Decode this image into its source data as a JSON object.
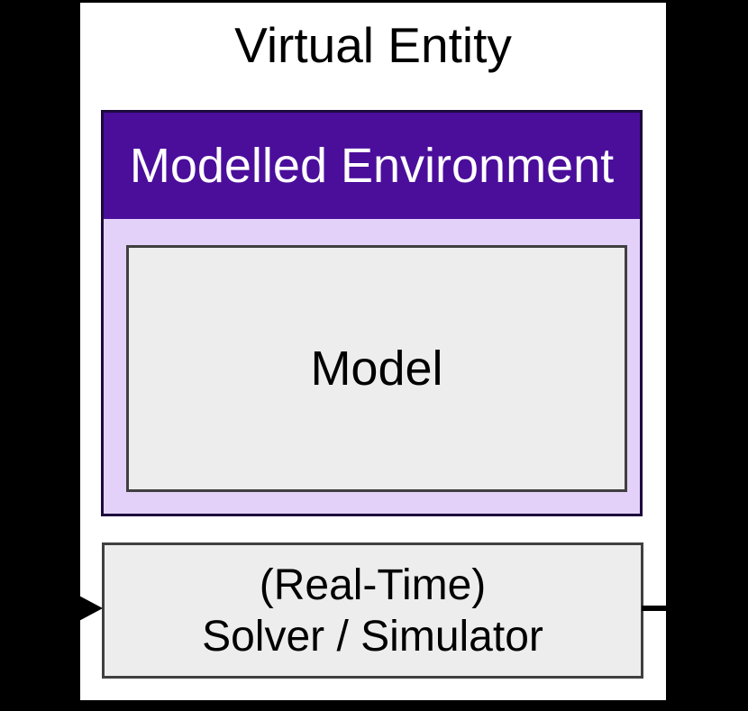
{
  "diagram": {
    "title": "Virtual Entity",
    "environment": {
      "header_label": "Modelled Environment",
      "model_label": "Model"
    },
    "solver": {
      "line1": "(Real-Time)",
      "line2": "Solver / Simulator"
    },
    "connectors": {
      "left": "incoming-arrow",
      "right": "outgoing-line"
    },
    "colors": {
      "background": "#000000",
      "entity_bg": "#ffffff",
      "env_header_bg": "#4b0e9b",
      "env_body_bg": "#e3d1f9",
      "env_border": "#1c0a3d",
      "box_bg": "#ededed",
      "box_border": "#404040",
      "connector": "#000000",
      "text_dark": "#000000",
      "text_light": "#ffffff"
    }
  }
}
